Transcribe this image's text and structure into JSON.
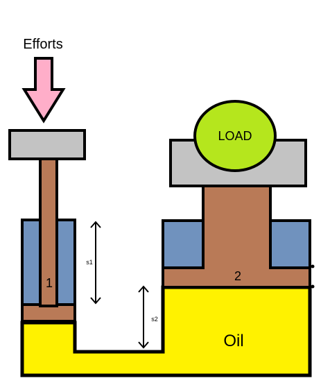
{
  "diagram": {
    "labels": {
      "efforts": "Efforts",
      "load": "LOAD",
      "oil": "Oil",
      "piston_small": "1",
      "piston_large": "2",
      "stroke_1": "s1",
      "stroke_2": "s2"
    },
    "colors": {
      "oil": "#FFF200",
      "cylinder": "#7092BE",
      "piston": "#B97A57",
      "platform": "#C3C3C3",
      "load": "#B5E61D",
      "effort_arrow": "#FFAEC9",
      "outline": "#000000"
    }
  }
}
